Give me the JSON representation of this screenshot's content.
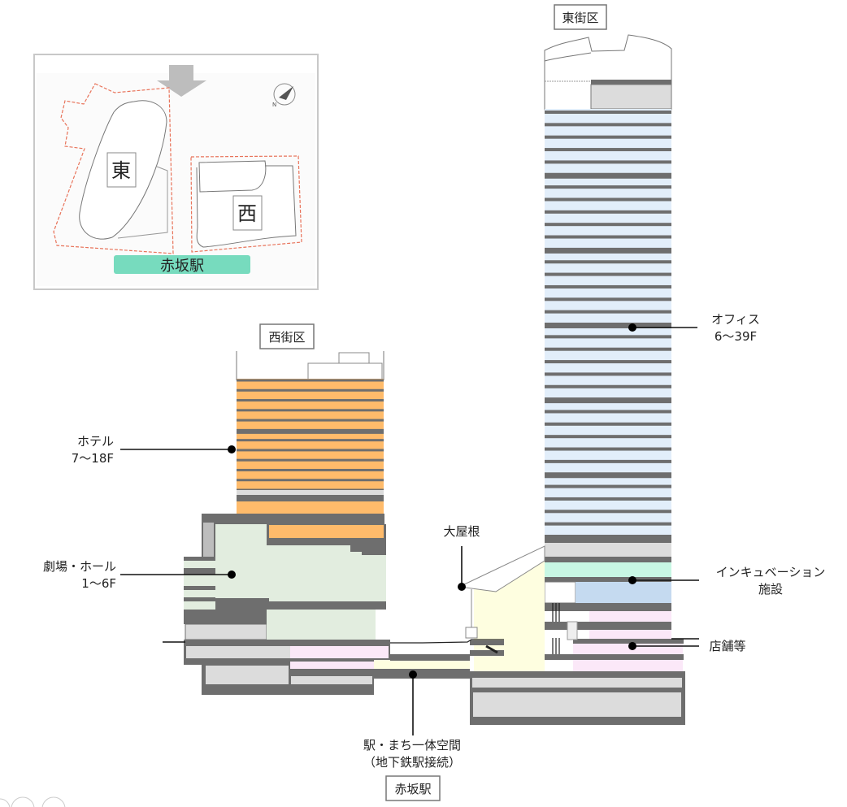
{
  "inset_map": {
    "east_label": "東",
    "west_label": "西",
    "station_label": "赤坂駅",
    "station_color": "#77dbbe",
    "boundary_color": "#e8735a"
  },
  "districts": {
    "east": "東街区",
    "west": "西街区",
    "station": "赤坂駅"
  },
  "callouts": {
    "office": {
      "line1": "オフィス",
      "line2": "6〜39F"
    },
    "hotel": {
      "line1": "ホテル",
      "line2": "7〜18F"
    },
    "theater": {
      "line1": "劇場・ホール",
      "line2": "1〜6F"
    },
    "roof": {
      "line1": "大屋根"
    },
    "incubation": {
      "line1": "インキュベーション",
      "line2": "施設"
    },
    "shops": {
      "line1": "店舗等"
    },
    "station_space": {
      "line1": "駅・まち一体空間",
      "line2": "（地下鉄駅接続）"
    }
  },
  "colors": {
    "slab": "#6e6e6e",
    "office": "#e2eefa",
    "hotel": "#ffbb6b",
    "theater": "#e2eddf",
    "incubation": "#c8f7e4",
    "blue_room": "#c5daf0",
    "shops": "#fbe8f8",
    "atrium": "#fefee0",
    "service": "#dcdcdc"
  }
}
